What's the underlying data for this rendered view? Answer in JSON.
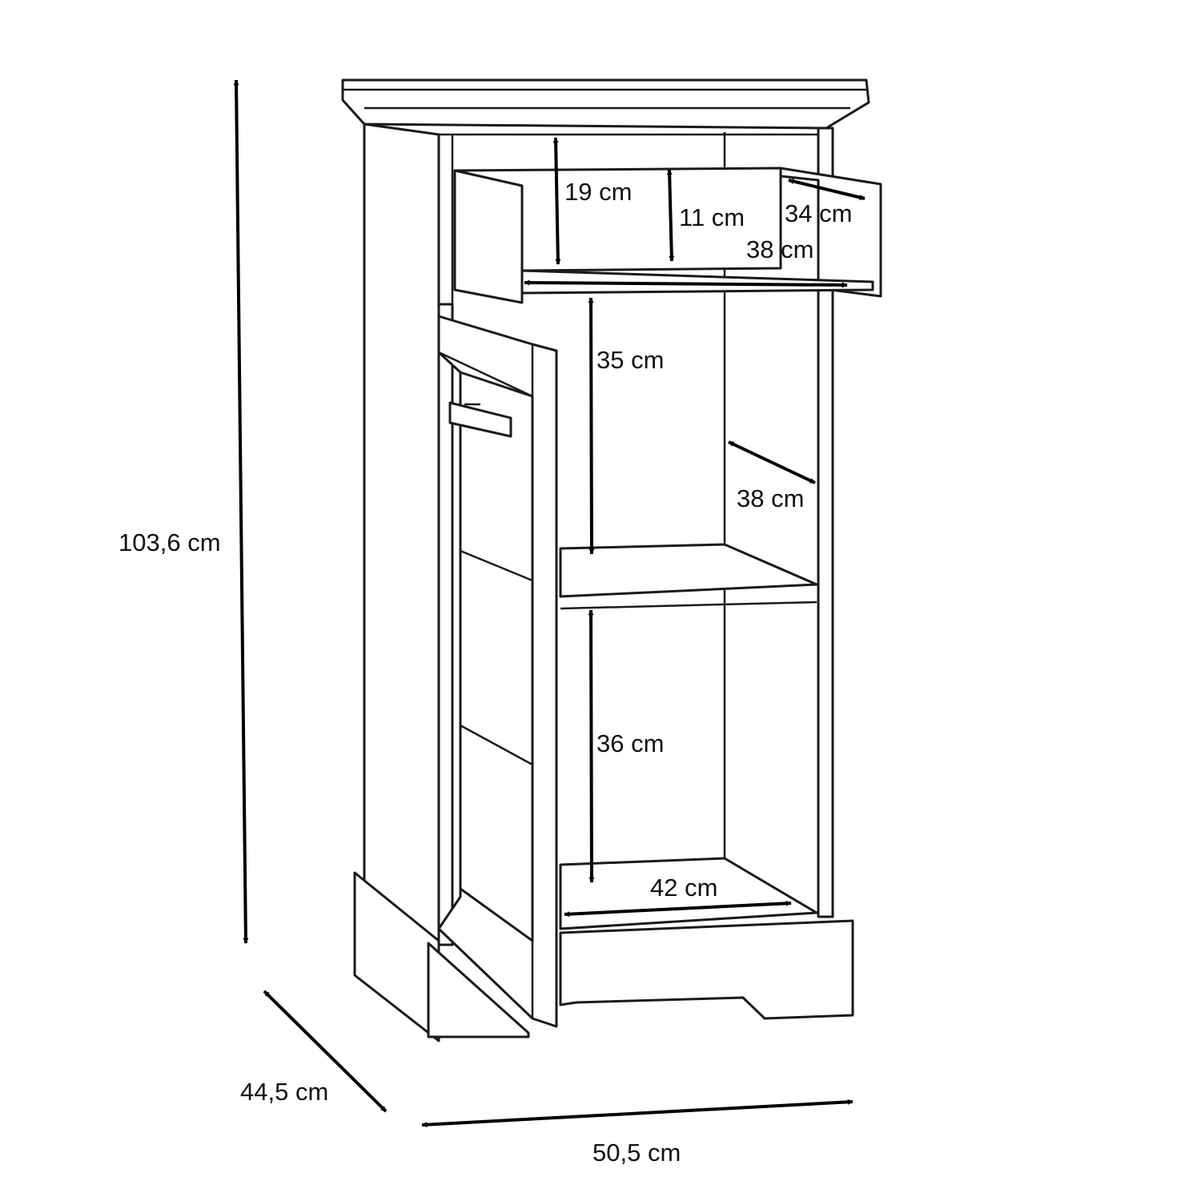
{
  "dimensions": {
    "height_total": "103,6 cm",
    "depth_total": "44,5 cm",
    "width_total": "50,5 cm",
    "drawer_height": "19 cm",
    "drawer_inner_height": "11 cm",
    "drawer_inner_depth": "34 cm",
    "drawer_inner_width": "38 cm",
    "upper_compartment_height": "35 cm",
    "compartment_depth": "38 cm",
    "lower_compartment_height": "36 cm",
    "inner_width": "42 cm"
  },
  "colors": {
    "stroke": "#1a1a1a",
    "arrow": "#000000",
    "background": "#ffffff"
  }
}
